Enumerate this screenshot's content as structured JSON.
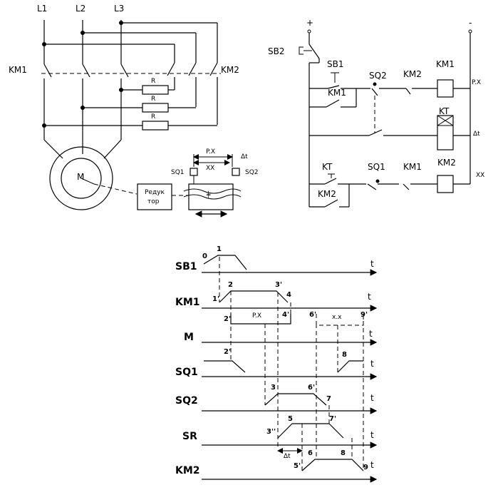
{
  "power_circuit": {
    "phases": [
      "L1",
      "L2",
      "L3"
    ],
    "contactor_left": "KM1",
    "contactor_right": "KM2",
    "resistors": [
      "R",
      "R",
      "R"
    ],
    "motor": "M",
    "reducer": [
      "Редук",
      "тор"
    ],
    "limit_left": "SQ1",
    "limit_right": "SQ2",
    "stroke_labels": [
      "P.X",
      "XX",
      "Δt"
    ]
  },
  "control_circuit": {
    "plus": "+",
    "minus": "-",
    "start_button": "SB2",
    "elements": [
      "SB1",
      "KM1",
      "SQ2",
      "KM2",
      "KM1",
      "KT",
      "KT",
      "SQ1",
      "KM1",
      "KM2",
      "KM2"
    ],
    "rung_labels": [
      "P.X",
      "Δt",
      "XX"
    ]
  },
  "timing_diagram": {
    "rows": [
      "SB1",
      "KM1",
      "M",
      "SQ1",
      "SQ2",
      "SR",
      "KM2"
    ],
    "axis_label": "t",
    "marks": [
      "0",
      "1",
      "1'",
      "2",
      "3'",
      "4",
      "2'",
      "4'",
      "6'",
      "9'",
      "2'",
      "8",
      "3",
      "6'",
      "7",
      "7'",
      "3''",
      "5",
      "6",
      "8",
      "5'",
      "9"
    ],
    "intervals": [
      "P.X",
      "x.x",
      "Δt"
    ]
  }
}
